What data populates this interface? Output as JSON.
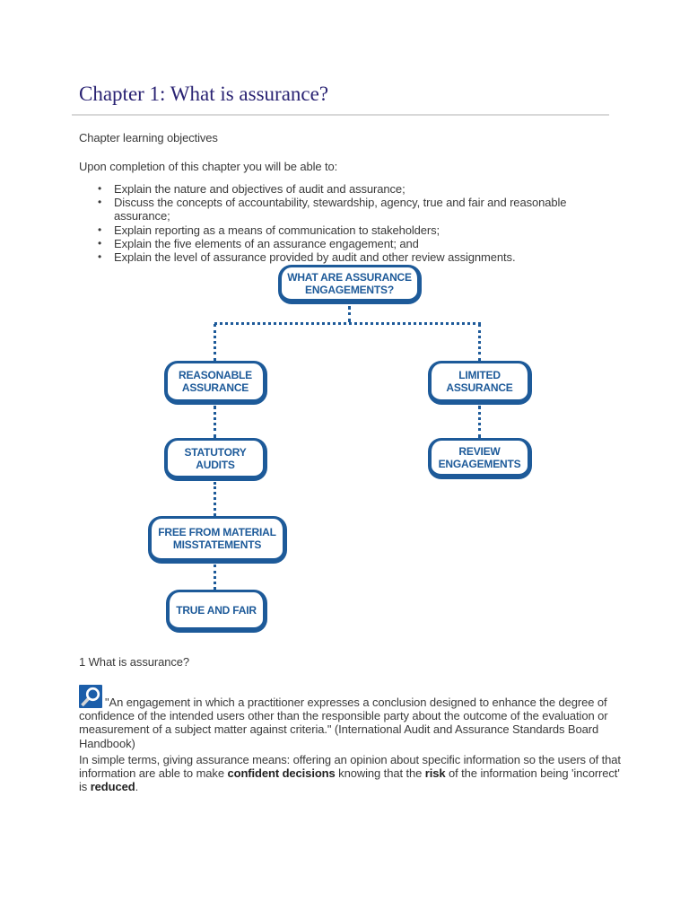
{
  "header": {
    "title": "Chapter 1: What is assurance?"
  },
  "objectives": {
    "heading": "Chapter learning objectives",
    "intro": "Upon completion of this chapter you will be able to:",
    "items": [
      "Explain the nature and objectives of audit and assurance;",
      "Discuss the concepts of accountability, stewardship, agency, true and fair and reasonable assurance;",
      "Explain reporting as a means of communication to stakeholders;",
      "Explain the five elements of an assurance engagement; and",
      "Explain the level of assurance provided by audit and other review assignments."
    ]
  },
  "diagram": {
    "root": "WHAT ARE ASSURANCE\nENGAGEMENTS?",
    "reasonable": "REASONABLE\nASSURANCE",
    "limited": "LIMITED\nASSURANCE",
    "statutory": "STATUTORY\nAUDITS",
    "review": "REVIEW\nENGAGEMENTS",
    "free_material": "FREE FROM MATERIAL\nMISSTATEMENTS",
    "true_fair": "TRUE AND FAIR"
  },
  "section": {
    "heading": "1 What is assurance?",
    "quote": "\"An engagement in which a practitioner expresses a conclusion designed to enhance the degree of confidence of the intended users other than the responsible party about the outcome of the evaluation or measurement of a subject matter against criteria.\" (International Audit and Assurance Standards Board Handbook)",
    "summary": {
      "p1": "In simple terms, giving assurance means: offering an opinion about specific information so the users of that information are able to make ",
      "b1": "confident decisions",
      "p2": " knowing that the ",
      "b2": "risk",
      "p3": " of the information being 'incorrect' is ",
      "b3": "reduced",
      "p4": "."
    }
  },
  "icons": {
    "quote_icon": "magnifier-icon"
  },
  "colors": {
    "accent_blue": "#1d5a99",
    "title_indigo": "#2a2373",
    "body_text": "#3a3a3a",
    "icon_blue": "#1c5ea9",
    "divider_gray": "#d8d8d8"
  }
}
